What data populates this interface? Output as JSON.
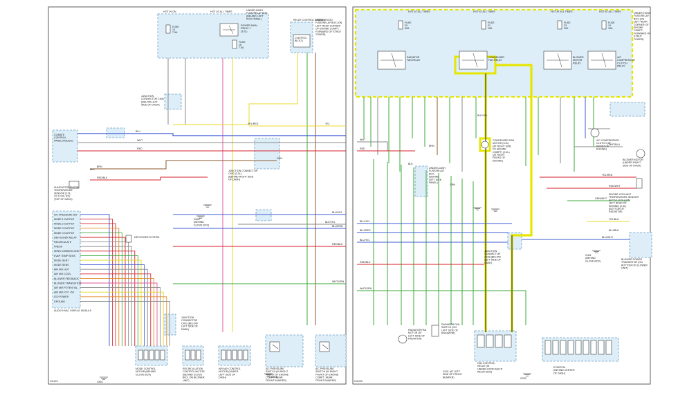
{
  "left_sheet": {
    "sheet_id": "211123",
    "headers": [
      "HOT IN ON",
      "HOT AT ALL TIMES",
      "UNDER-DASH FUSE/RELAY BOX (BEHIND LEFT KICK PANEL)",
      "RELAY CONTROL MODULE",
      "UNDER-HOOD FUSE/RELAY BOX (ON LEFT REAR CORNER OF ENGINE COMPT, FORWARD OF STRUT TOWER)"
    ],
    "fuse_a": [
      "FUSE",
      "10",
      "7.5A"
    ],
    "fuse_b": [
      "FUSE",
      "16",
      "7.5A"
    ],
    "relay": [
      "POWER MAIN RELAY 1 (3.0L)"
    ],
    "control_block": "CONTROL BLOCK",
    "components": {
      "climate_panel": "CLIMATE CONTROL PANEL MODULE",
      "sunsensor": "SUNPHOTOSENSOR/ TEMPERATURE SENSOR (2.0L, LX-S 3.0L EX) (TOP OF DASH)",
      "main_module": "AUDIO HVAC DISPLAY MODULE",
      "jcb_a": "JUNCTION CONNECTOR C408 (BELOW LEFT SIDE OF DASH)",
      "jcb_b": "JUNCTION CONNECTOR C403 (BELOW LEFT SIDE OF DASH)",
      "jcb_c": "JUNCTION CONNECTOR C400 (3.0L) (BEHIND RIGHT SIDE OF DASH)",
      "defogger": "DEFOGGER SYSTEM",
      "motor_a": "MODE CONTROL MOTOR (BEHIND GLOVE BOX)",
      "motor_b": "RECIRCULATION CONTROL MOTOR (BEHIND GLOVE BOX, ON BLOWER UNIT)",
      "motor_c": "AIR MIX CONTROL MOTOR (UNDER LEFT SIDE OF DASH)",
      "switch_a": "A/C PRESSURE SWITCH (IN RIGHT FRONT OF ENGINE COMPT, NEAR FRONT BUMPER)",
      "switch_b": "A/C PRESSURE SWITCH (IN RIGHT FRONT OF ENGINE COMPT, NEAR FRONT BUMPER)",
      "ground_a": "G402 (BEHIND GLOVE BOX)",
      "ground_b": "G501",
      "ground_c": "G401"
    },
    "module_pins": [
      "A/C PRESSURE SW",
      "MODE 1 OUTPUT",
      "MODE 2 OUTPUT",
      "MODE 3 OUTPUT",
      "MODE 4 OUTPUT",
      "DEFOGGER RELAY",
      "RECIRCULATE",
      "FRESH",
      "SENS COMMON GND",
      "EVAP TEMP SENS",
      "MODE SENT",
      "MODE SENS",
      "AIR MIX HOT",
      "AIR MIX COOL",
      "BLOWER FEEDBACK",
      "BLOWER TRANSISTOR",
      "AIR MIX POTENTIAL",
      "AIR MIX POT +5V",
      "IGO POWER",
      "GROUND"
    ],
    "wire_labels": [
      "BLU",
      "WHT",
      "RED",
      "BRN",
      "RED/BLK",
      "BLK",
      "YEL/RED",
      "YEL",
      "GRN",
      "BLU/YEL",
      "BLU/RED",
      "RED/BLK",
      "WHT/GRN",
      "BLK/YEL"
    ]
  },
  "right_sheet": {
    "sheet_id": "211333",
    "headers": [
      "HOT AT ALL TIMES",
      "HOT AT ALL TIMES",
      "HOT AT ALL TIMES",
      "HOT AT ALL TIMES",
      "UNDER-HOOD FUSE/RELAY BOX (ON LEFT REAR CORNER OF ENGINE COMPT, FORWARD OF STRUT TOWER)"
    ],
    "fuses": [
      [
        "FUSE",
        "20",
        "30A"
      ],
      [
        "FUSE",
        "21",
        "15A"
      ],
      [
        "FUSE",
        "23",
        "20A"
      ],
      [
        "FUSE",
        "19",
        "15A"
      ]
    ],
    "relays": [
      "RADIATOR FAN RELAY",
      "CONDENSER FAN RELAY",
      "BLOWER MOTOR RELAY",
      "A/C COMPRESSOR CLUTCH RELAY"
    ],
    "components": {
      "cond_fan_motor": "CONDENSER FAN MOTOR (3.0L) (AT RIGHT SIDE OF ENGINE COMPT) (2.4L) (AT RIGHT FRONT OF ENGINE)",
      "rad_fan_motor": "RADIATOR FAN MOTOR (AT LEFT SIDE OF RADIATOR)",
      "rad_fan_switch": "RADIATOR FAN SWITCH (ON LEFT SIDE OF RADIATOR)",
      "under_dash_box": "UNDER-DASH FUSE/RELAY BOX (BEHIND LEFT KICK PANEL)",
      "ac_clutch": "A/C COMPRESSOR CLUTCH (AT FRONT OF ENGINE)",
      "blower_motor": "BLOWER MOTOR (UNDER RIGHT SIDE OF DASH)",
      "coolant_sensor": "ENGINE COOLANT TEMPERATURE SENSOR (ECT) 1 (3.0L) (ON LEFT REAR OF ENGINE) (2.4L) (BOTTOM OF RADIATOR)",
      "junction": "JUNCTION CONNECTOR C448 (BELOW LEFT SIDE OF DASH)",
      "blower_transistor": "BLOWER POWER TRANSISTOR (ON BOTTOM OF BLOWER UNIT)",
      "fan_control": "FAN CONTROL RELAY (IN UNDER-HOOD MULTI RELAY BOX)",
      "ecm": "ECM/PCM (BEHIND CENTER OF DASH)",
      "ground_a": "G101 (AT LEFT SIDE OF FRONT BUMPER)",
      "ground_b": "G202",
      "ground_c": "G401 (BEHIND GLOVE BOX)"
    },
    "wire_labels": [
      "WHT",
      "RED",
      "BLU/YEL",
      "BLU/RED",
      "BLU/YEL",
      "RED/BLK",
      "WHT/GRN",
      "BLU/WHT",
      "YEL/RED",
      "RED/WHT",
      "BLK",
      "GRN",
      "GRN/WHT",
      "BLU/BLK",
      "WHT/BLU",
      "YEL/BLU",
      "BRN",
      "BLK/YEL"
    ]
  },
  "colors": {
    "blue": "#3b5bd6",
    "red": "#d4222a",
    "green": "#3aa83a",
    "yellow": "#e8d82a",
    "pink": "#e05a9a",
    "brown": "#8a5a2a",
    "orange": "#e08a2a",
    "gray": "#888888",
    "highlight": "#e6e600"
  }
}
